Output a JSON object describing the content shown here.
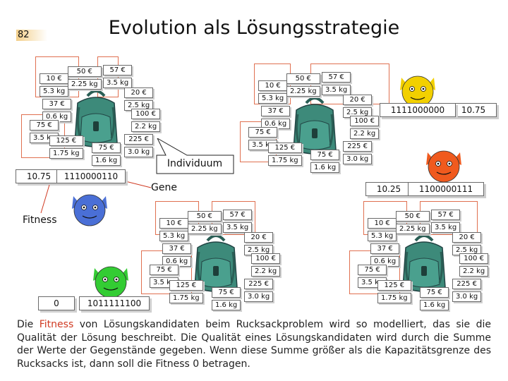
{
  "slide_number": "82",
  "title": "Evolution als Lösungsstrategie",
  "callout": "Individuum",
  "gene_label": "Gene",
  "fitness_label": "Fitness",
  "individuals": [
    {
      "fitness": "10.75",
      "genome": "1110000110",
      "face_color": "#4a6fd6"
    },
    {
      "fitness": "0",
      "genome": "1011111100",
      "face_color": "#33cc33"
    },
    {
      "fitness": "10.75",
      "genome": "1111000000",
      "face_color": "#f2d000"
    },
    {
      "fitness": "10.25",
      "genome": "1100000111",
      "face_color": "#f05a1e"
    }
  ],
  "items": [
    {
      "value": "10 €",
      "weight": "5.3 kg"
    },
    {
      "value": "50 €",
      "weight": "2.25 kg"
    },
    {
      "value": "57 €",
      "weight": "3.5 kg"
    },
    {
      "value": "20 €",
      "weight": "2.5 kg"
    },
    {
      "value": "37 €",
      "weight": "0.6 kg"
    },
    {
      "value": "75 €",
      "weight": "3.5 kg"
    },
    {
      "value": "100 €",
      "weight": "2.2 kg"
    },
    {
      "value": "125 €",
      "weight": "1.75 kg"
    },
    {
      "value": "75 €",
      "weight": "1.6 kg"
    },
    {
      "value": "225 €",
      "weight": "3.0 kg"
    }
  ],
  "text": {
    "before": "Die ",
    "highlight": "Fitness",
    "after": " von Lösungskandidaten beim Rucksackproblem wird so modelliert, das sie die Qualität der Lösung beschreibt. Die Qualität eines Lösungskandidaten wird durch die Summe der Werte der Gegenstände gegeben. Wenn diese Summe größer als die Kapazitätsgrenze des Rucksacks ist, dann soll die Fitness 0 betragen."
  },
  "colors": {
    "accent_red": "#d03a22",
    "frame": "#e07050",
    "bag": "#3d8a7a"
  }
}
